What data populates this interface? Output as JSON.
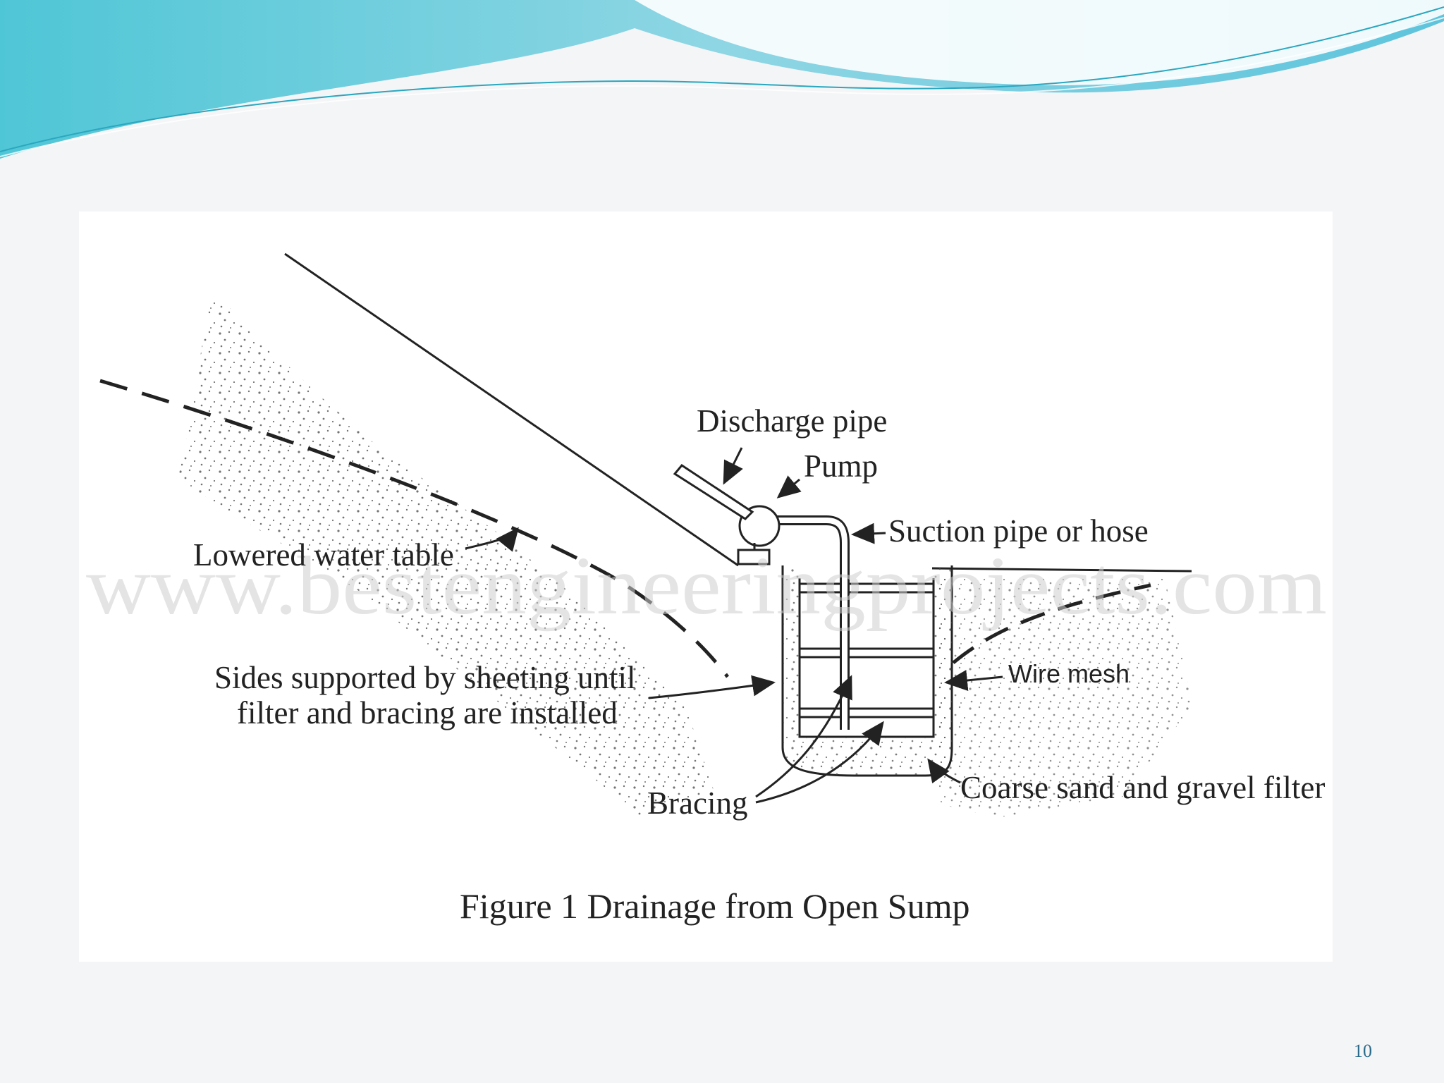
{
  "diagram": {
    "labels": {
      "discharge_pipe": "Discharge pipe",
      "pump": "Pump",
      "suction_pipe": "Suction pipe or hose",
      "lowered_water_table": "Lowered water table",
      "sides_supported_line1": "Sides supported by sheeting until",
      "sides_supported_line2": "filter and bracing are installed",
      "wire_mesh": "Wire mesh",
      "bracing": "Bracing",
      "filter": "Coarse sand and gravel filter"
    },
    "watermark": "www.bestengineeringprojects.com",
    "caption": "Figure 1 Drainage from Open Sump"
  },
  "slide_number": "10",
  "colors": {
    "header_teal": "#7ecfdc",
    "header_deep": "#3fb4c8",
    "ink": "#222222",
    "watermark": "#cfcfcf"
  }
}
